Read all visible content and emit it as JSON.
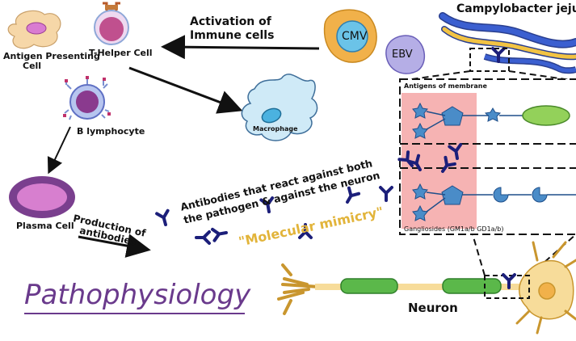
{
  "labels": {
    "antigen_presenting_cell": [
      "Antigen Presenting",
      "Cell"
    ],
    "t_helper_cell": "T-Helper Cell",
    "b_lymphocyte": "B lymphocyte",
    "plasma_cell": "Plasma Cell",
    "activation": [
      "Activation of",
      "Immune cells"
    ],
    "macrophage": "Macrophage",
    "cmv": "CMV",
    "ebv": "EBV",
    "campylobacter": "Campylobacter jejuni",
    "antigens_of_membrane": "Antigens of membrane",
    "gangliosides": "Gangliosides (GM1a/b GD1a/b)",
    "antibodies_text": [
      "Antibodies that react against both",
      "the pathogen & against the neuron"
    ],
    "production": [
      "Production of",
      "antibodies"
    ],
    "molecular_mimicry": "\"Molecular mimicry\"",
    "pathophysiology": "Pathophysiology",
    "neuron": "Neuron"
  },
  "colors": {
    "antibody": "#1c1f7a",
    "mimicry_text": "#e2b43a",
    "pathophysiology_text": "#6a3a8c",
    "highlight_box": "#f4a6a6",
    "cmv_outer": "#f1b14a",
    "cmv_inner": "#6bc3e8",
    "ebv": "#b5aee6",
    "macrophage": "#cfeaf7",
    "plasma_cell": "#7a3f8e",
    "axon": "#5bb84a",
    "neuron_body": "#f7dc9a",
    "bacteria_blue": "#3b5fd0",
    "bacteria_yellow": "#f2c343"
  },
  "icons": [
    "antibody-icon",
    "arrow-icon",
    "star-icon",
    "pentagon-icon",
    "ellipse-icon",
    "crescent-icon"
  ]
}
